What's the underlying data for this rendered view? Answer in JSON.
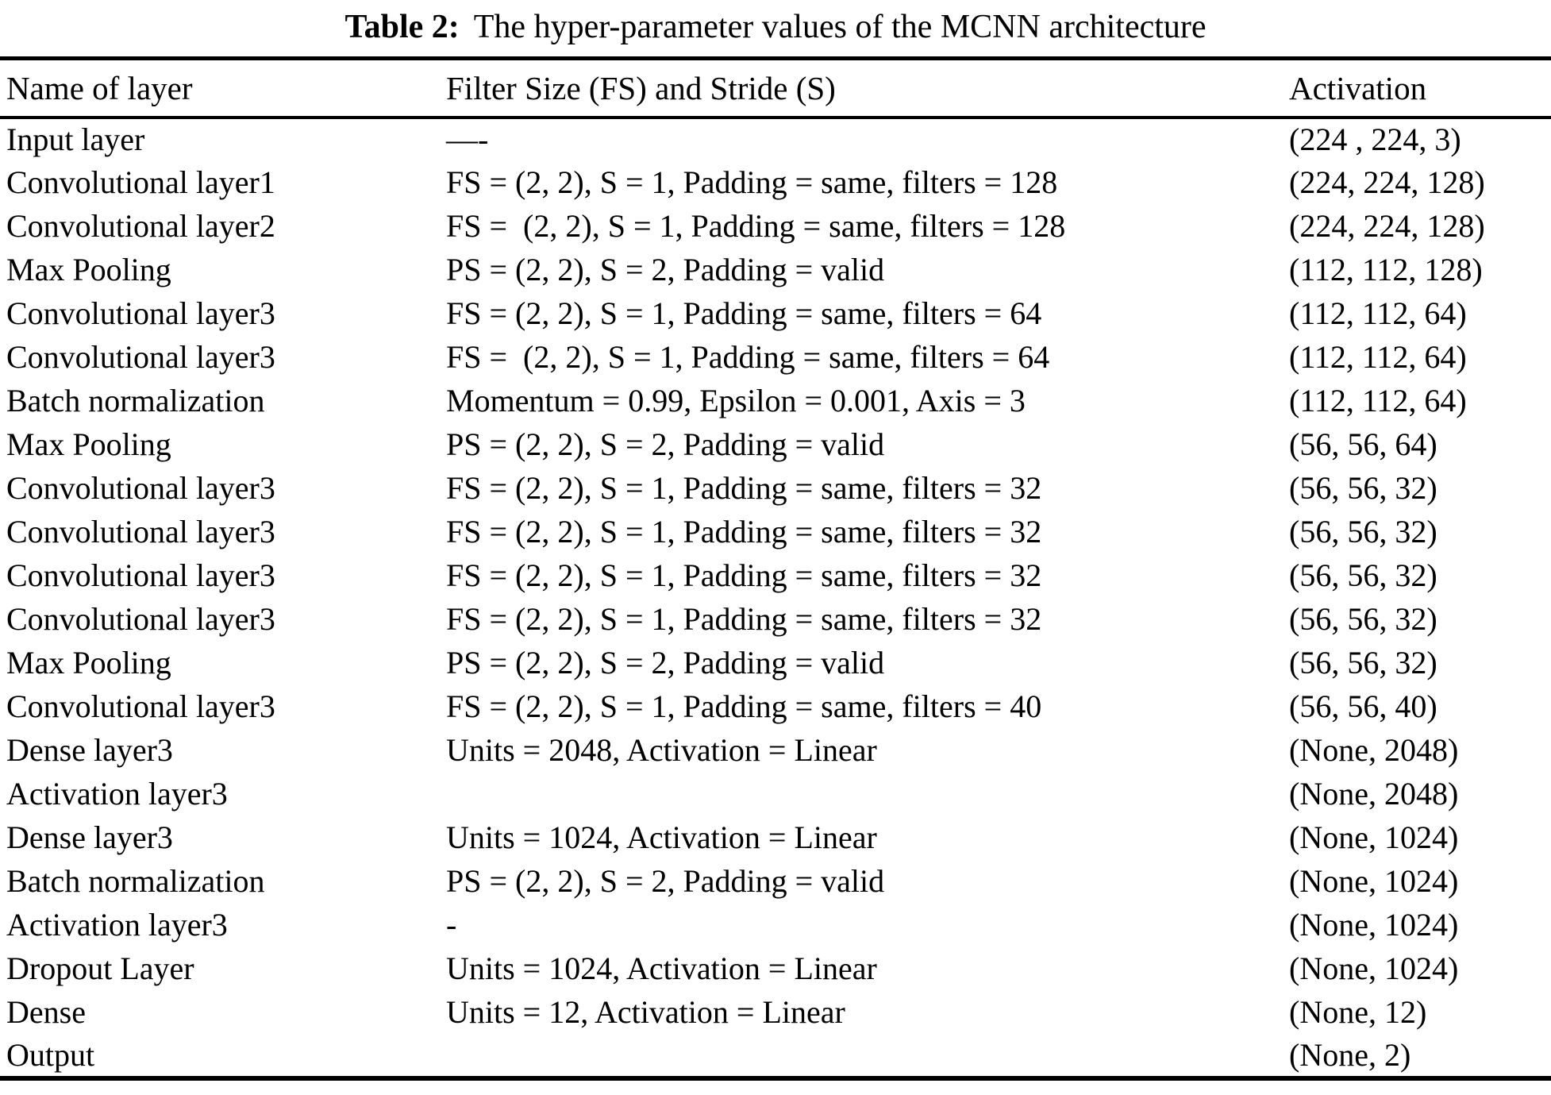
{
  "caption": {
    "label": "Table 2:",
    "text": "The hyper-parameter values of the MCNN architecture"
  },
  "columns": {
    "name": "Name of layer",
    "filter": "Filter Size (FS) and Stride (S)",
    "activation": "Activation"
  },
  "rows": [
    {
      "name": "Input layer",
      "filter": "—-",
      "activation": "(224 , 224, 3)"
    },
    {
      "name": "Convolutional layer1",
      "filter": "FS = (2, 2), S = 1, Padding = same, filters = 128",
      "activation": "(224, 224, 128)"
    },
    {
      "name": "Convolutional layer2",
      "filter": "FS =  (2, 2), S = 1, Padding = same, filters = 128",
      "activation": "(224, 224, 128)"
    },
    {
      "name": "Max Pooling",
      "filter": "PS = (2, 2), S = 2, Padding = valid",
      "activation": "(112, 112, 128)"
    },
    {
      "name": "Convolutional layer3",
      "filter": "FS = (2, 2), S = 1, Padding = same, filters = 64",
      "activation": "(112, 112, 64)"
    },
    {
      "name": "Convolutional layer3",
      "filter": "FS =  (2, 2), S = 1, Padding = same, filters = 64",
      "activation": "(112, 112, 64)"
    },
    {
      "name": "Batch normalization",
      "filter": "Momentum = 0.99, Epsilon = 0.001, Axis = 3",
      "activation": "(112, 112, 64)"
    },
    {
      "name": "Max Pooling",
      "filter": "PS = (2, 2), S = 2, Padding = valid",
      "activation": "(56, 56, 64)"
    },
    {
      "name": "Convolutional layer3",
      "filter": "FS = (2, 2), S = 1, Padding = same, filters = 32",
      "activation": "(56, 56, 32)"
    },
    {
      "name": "Convolutional layer3",
      "filter": "FS = (2, 2), S = 1, Padding = same, filters = 32",
      "activation": "(56, 56, 32)"
    },
    {
      "name": "Convolutional layer3",
      "filter": "FS = (2, 2), S = 1, Padding = same, filters = 32",
      "activation": "(56, 56, 32)"
    },
    {
      "name": "Convolutional layer3",
      "filter": "FS = (2, 2), S = 1, Padding = same, filters = 32",
      "activation": "(56, 56, 32)"
    },
    {
      "name": "Max Pooling",
      "filter": "PS = (2, 2), S = 2, Padding = valid",
      "activation": "(56, 56, 32)"
    },
    {
      "name": "Convolutional layer3",
      "filter": "FS = (2, 2), S = 1, Padding = same, filters = 40",
      "activation": "(56, 56, 40)"
    },
    {
      "name": "Dense layer3",
      "filter": "Units = 2048, Activation = Linear",
      "activation": "(None, 2048)"
    },
    {
      "name": "Activation layer3",
      "filter": "",
      "activation": "(None, 2048)"
    },
    {
      "name": "Dense layer3",
      "filter": "Units = 1024, Activation = Linear",
      "activation": "(None, 1024)"
    },
    {
      "name": "Batch normalization",
      "filter": "PS = (2, 2), S = 2, Padding = valid",
      "activation": "(None, 1024)"
    },
    {
      "name": "Activation layer3",
      "filter": "-",
      "activation": "(None, 1024)"
    },
    {
      "name": "Dropout Layer",
      "filter": "Units = 1024, Activation = Linear",
      "activation": "(None, 1024)"
    },
    {
      "name": "Dense",
      "filter": "Units = 12, Activation = Linear",
      "activation": "(None, 12)"
    },
    {
      "name": "Output",
      "filter": "",
      "activation": "(None, 2)"
    }
  ]
}
